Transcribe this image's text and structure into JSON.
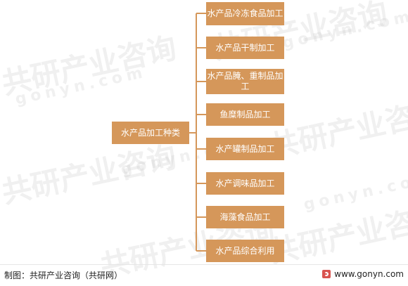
{
  "diagram": {
    "root": "水产品加工种类",
    "children": [
      "水产品冷冻食品加工",
      "水产品干制加工",
      "水产品腌、重制品加工",
      "鱼糜制品加工",
      "水产罐制品加工",
      "水产调味品加工",
      "海藻食品加工",
      "水产品综合利用"
    ]
  },
  "watermark": {
    "cn": "共研产业咨询",
    "en": "gonyn.com"
  },
  "footer": {
    "source": "制图：共研产业咨询（共研网）",
    "site": "www.gonyn.com"
  },
  "colors": {
    "box": "#d5975a",
    "box_text": "#ffffff",
    "line": "#d5975a"
  }
}
